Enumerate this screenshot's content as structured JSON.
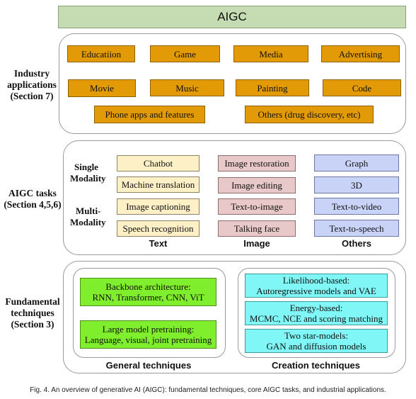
{
  "title": "AIGC",
  "industry": {
    "label_line1": "Industry",
    "label_line2": "applications",
    "label_line3": "(Section 7)",
    "items": [
      "Educatiion",
      "Game",
      "Media",
      "Advertising",
      "Movie",
      "Music",
      "Painting",
      "Code",
      "Phone apps and features",
      "Others (drug discovery, etc)"
    ]
  },
  "tasks": {
    "label_line1": "AIGC tasks",
    "label_line2": "(Section 4,5,6)",
    "single_line1": "Single",
    "single_line2": "Modality",
    "multi_line1": "Multi-",
    "multi_line2": "Modality",
    "text_items": [
      "Chatbot",
      "Machine translation",
      "Image captioning",
      "Speech recognition"
    ],
    "image_items": [
      "Image restoration",
      "Image editing",
      "Text-to-image",
      "Talking face"
    ],
    "other_items": [
      "Graph",
      "3D",
      "Text-to-video",
      "Text-to-speech"
    ],
    "col_text": "Text",
    "col_image": "Image",
    "col_others": "Others"
  },
  "fundamental": {
    "label_line1": "Fundamental",
    "label_line2": "techniques",
    "label_line3": "(Section 3)",
    "general": {
      "box1_line1": "Backbone architecture:",
      "box1_line2": "RNN, Transformer, CNN, ViT",
      "box2_line1": "Large model pretraining:",
      "box2_line2": "Language, visual, joint pretraining",
      "label": "General techniques"
    },
    "creation": {
      "box1_line1": "Likelihood-based:",
      "box1_line2": "Autoregressive models and VAE",
      "box2_line1": "Energy-based:",
      "box2_line2": "MCMC, NCE and scoring matching",
      "box3_line1": "Two star-models:",
      "box3_line2": "GAN and diffusion models",
      "label": "Creation techniques"
    }
  },
  "caption": "Fig. 4.  An overview of generative AI (AIGC): fundamental techniques, core AIGC tasks, and industrial applications.",
  "colors": {
    "title_bar": "#c5dbb1",
    "industry": "#e29a06",
    "text_tasks": "#fdf0c7",
    "image_tasks": "#e8c8c8",
    "other_tasks": "#c8d3f7",
    "general": "#7fee2c",
    "creation": "#80f6f6"
  }
}
